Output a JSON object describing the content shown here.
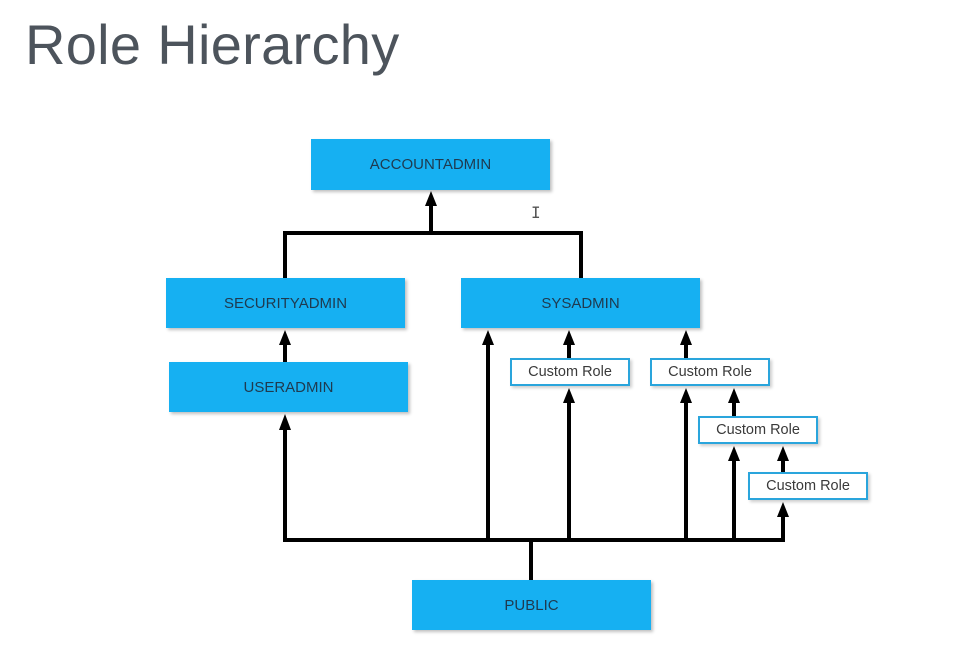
{
  "slide": {
    "title": "Role Hierarchy"
  },
  "colors": {
    "system_role_fill": "#16b0f2",
    "custom_role_border": "#2aa5dc",
    "connector": "#000000",
    "title_text": "#4d545c"
  },
  "roles": {
    "accountadmin": "ACCOUNTADMIN",
    "securityadmin": "SECURITYADMIN",
    "useradmin": "USERADMIN",
    "sysadmin": "SYSADMIN",
    "public": "PUBLIC",
    "custom": [
      "Custom Role",
      "Custom Role",
      "Custom Role",
      "Custom Role"
    ]
  },
  "edges": [
    {
      "from": "SECURITYADMIN",
      "to": "ACCOUNTADMIN"
    },
    {
      "from": "SYSADMIN",
      "to": "ACCOUNTADMIN"
    },
    {
      "from": "USERADMIN",
      "to": "SECURITYADMIN"
    },
    {
      "from": "PUBLIC",
      "to": "USERADMIN"
    },
    {
      "from": "PUBLIC",
      "to": "SYSADMIN"
    },
    {
      "from": "Custom Role 1",
      "to": "SYSADMIN"
    },
    {
      "from": "Custom Role 2",
      "to": "SYSADMIN"
    },
    {
      "from": "Custom Role 3",
      "to": "Custom Role 2"
    },
    {
      "from": "Custom Role 4",
      "to": "Custom Role 3"
    },
    {
      "from": "PUBLIC",
      "to": "Custom Role 1"
    },
    {
      "from": "PUBLIC",
      "to": "Custom Role 2"
    },
    {
      "from": "PUBLIC",
      "to": "Custom Role 3"
    },
    {
      "from": "PUBLIC",
      "to": "Custom Role 4"
    }
  ]
}
